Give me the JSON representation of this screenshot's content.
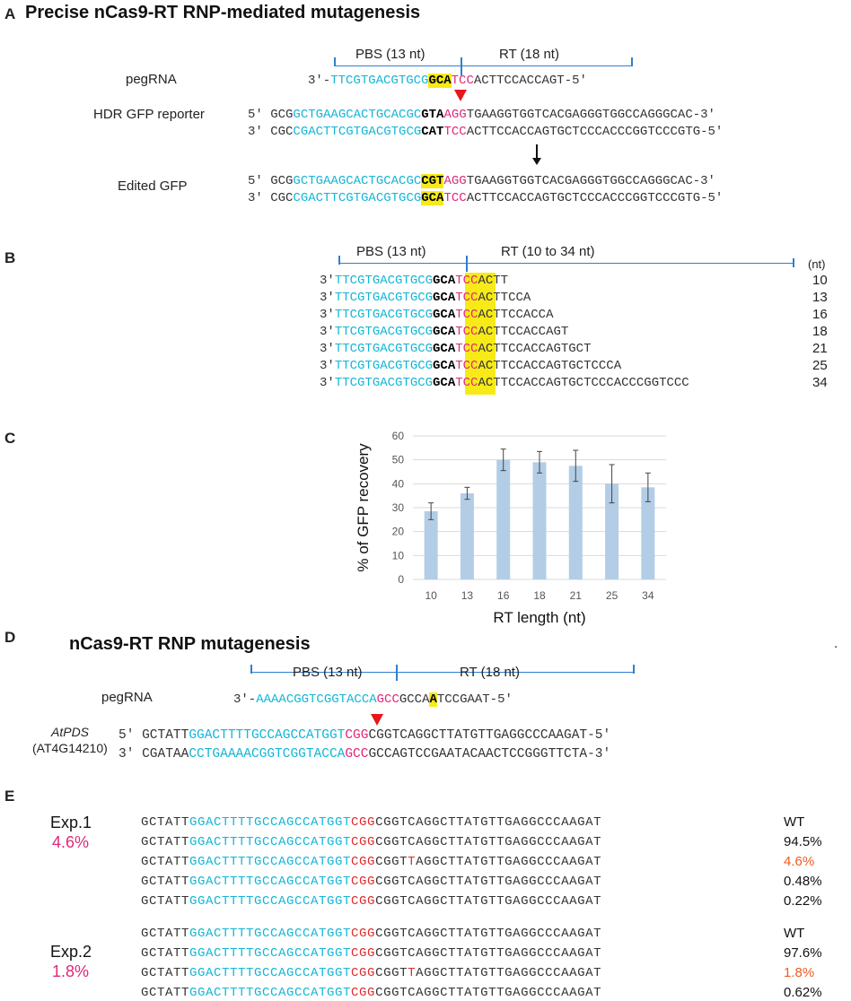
{
  "panelA": {
    "letter": "A",
    "title": "Precise nCas9-RT RNP-mediated mutagenesis",
    "pbs": "PBS (13 nt)",
    "rt": "RT (18 nt)",
    "pegrna_label": "pegRNA",
    "pegrna": {
      "a": "3′-",
      "b": "TTCGTGACGTGCG",
      "c": "GCA",
      "d": "TCC",
      "e": "ACTTCCACCAGT-5′"
    },
    "hdr_label": "HDR GFP reporter",
    "hdr_top": {
      "a": "5′ GCG",
      "b": "GCTGAAGCACTGCACGC",
      "c": "GTA",
      "d": "AGG",
      "e": "TGAAGGTGGTCACGAGGGTGGCCAGGGCAC-3′"
    },
    "hdr_bot": {
      "a": "3′ CGC",
      "b": "CGACTTCGTGACGTGCG",
      "c": "CAT",
      "d": "TCC",
      "e": "ACTTCCACCAGTGCTCCCACCCGGTCCCGTG-5′"
    },
    "edited_label": "Edited GFP",
    "ed_top": {
      "a": "5′ GCG",
      "b": "GCTGAAGCACTGCACGC",
      "c": "CGT",
      "d": "AGG",
      "e": "TGAAGGTGGTCACGAGGGTGGCCAGGGCAC-3′"
    },
    "ed_bot": {
      "a": "3′ CGC",
      "b": "CGACTTCGTGACGTGCG",
      "c": "GCA",
      "d": "TCC",
      "e": "ACTTCCACCAGTGCTCCCACCCGGTCCCGTG-5′"
    }
  },
  "panelB": {
    "letter": "B",
    "pbs": "PBS (13 nt)",
    "rt": "RT (10 to 34 nt)",
    "unit": "(nt)",
    "rows": [
      {
        "a": "3′",
        "b": "TTCGTGACGTGCG",
        "c": "GCA",
        "d": "TCC",
        "e": "ACTT",
        "n": "10"
      },
      {
        "a": "3′",
        "b": "TTCGTGACGTGCG",
        "c": "GCA",
        "d": "TCC",
        "e": "ACTTCCA",
        "n": "13"
      },
      {
        "a": "3′",
        "b": "TTCGTGACGTGCG",
        "c": "GCA",
        "d": "TCC",
        "e": "ACTTCCACCA",
        "n": "16"
      },
      {
        "a": "3′",
        "b": "TTCGTGACGTGCG",
        "c": "GCA",
        "d": "TCC",
        "e": "ACTTCCACCAGT",
        "n": "18"
      },
      {
        "a": "3′",
        "b": "TTCGTGACGTGCG",
        "c": "GCA",
        "d": "TCC",
        "e": "ACTTCCACCAGTGCT",
        "n": "21"
      },
      {
        "a": "3′",
        "b": "TTCGTGACGTGCG",
        "c": "GCA",
        "d": "TCC",
        "e": "ACTTCCACCAGTGCTCCCA",
        "n": "25"
      },
      {
        "a": "3′",
        "b": "TTCGTGACGTGCG",
        "c": "GCA",
        "d": "TCC",
        "e": "ACTTCCACCAGTGCTCCCACCCGGTCCC",
        "n": "34"
      }
    ]
  },
  "panelC": {
    "letter": "C"
  },
  "chart_data": {
    "type": "bar",
    "categories": [
      "10",
      "13",
      "16",
      "18",
      "21",
      "25",
      "34"
    ],
    "values": [
      28.5,
      36,
      50,
      49,
      47.5,
      40,
      38.5
    ],
    "errors": [
      3.5,
      2.5,
      4.5,
      4.5,
      6.5,
      8,
      6
    ],
    "xlabel": "RT length (nt)",
    "ylabel": "% of GFP recovery",
    "ylim": [
      0,
      60
    ],
    "yticks": [
      "0",
      "10",
      "20",
      "30",
      "40",
      "50",
      "60"
    ],
    "grid": true,
    "bar_color": "#b3cde6"
  },
  "panelD": {
    "letter": "D",
    "title": "nCas9-RT RNP mutagenesis",
    "dot": ".",
    "pbs": "PBS (13 nt)",
    "rt": "RT (18 nt)",
    "pegrna_label": "pegRNA",
    "pegrna": {
      "a": "3′-",
      "b": "AAAACGGTCGGTACCA",
      "c": "GCC",
      "d": "GCCA",
      "e": "A",
      "f": "TCCGAAT-5′"
    },
    "gene_label": "AtPDS",
    "gene_id": "(AT4G14210)",
    "top": {
      "a": "5′ GCTATT",
      "b": "GGACTTTTGCCAGCCATGGT",
      "c": "CGG",
      "d": "CGGTCAGGCTTATGTTGAGGCCCAAGAT-5′"
    },
    "bot": {
      "a": "3′ CGATAA",
      "b": "CCTGAAAACGGTCGGTACCA",
      "c": "GCC",
      "d": "GCCAGTCCGAATACAACTCCGGGTTCTA-3′"
    }
  },
  "panelE": {
    "letter": "E",
    "exp1": {
      "name": "Exp.1",
      "pct": "4.6%",
      "rows": [
        {
          "a": "GCTATT",
          "b": "GGACTTTTGCCAGCCATGGT",
          "c": "CGG",
          "d": "CGGT",
          "e": "C",
          "f": "AGGCTTATGTTGAGGCCCAAGAT",
          "v": "WT",
          "mut": false
        },
        {
          "a": "GCTATT",
          "b": "GGACTTTTGCCAGCCATGGT",
          "c": "CGG",
          "d": "CGGT",
          "e": "C",
          "f": "AGGCTTATGTTGAGGCCCAAGAT",
          "v": "94.5%",
          "mut": false
        },
        {
          "a": "GCTATT",
          "b": "GGACTTTTGCCAGCCATGGT",
          "c": "CGG",
          "d": "CGGT",
          "e": "T",
          "f": "AGGCTTATGTTGAGGCCCAAGAT",
          "v": "4.6%",
          "mut": true
        },
        {
          "a": "GCTATT",
          "b": "GGACTTTTGCCAGCCATGGT",
          "c": "CGG",
          "d": "CGGT",
          "e": "C",
          "f": "AGGCTTATGTTGAGGCCCAAGAT",
          "v": "0.48%",
          "mut": false
        },
        {
          "a": "GCTATT",
          "b": "GGACTTTTGCCAGCCATGGT",
          "c": "CGG",
          "d": "CGGT",
          "e": "C",
          "f": "AGGCTTATGTTGAGGCCCAAGAT",
          "v": "0.22%",
          "mut": false
        }
      ]
    },
    "exp2": {
      "name": "Exp.2",
      "pct": "1.8%",
      "rows": [
        {
          "a": "GCTATT",
          "b": "GGACTTTTGCCAGCCATGGT",
          "c": "CGG",
          "d": "CGGT",
          "e": "C",
          "f": "AGGCTTATGTTGAGGCCCAAGAT",
          "v": "WT",
          "mut": false
        },
        {
          "a": "GCTATT",
          "b": "GGACTTTTGCCAGCCATGGT",
          "c": "CGG",
          "d": "CGGT",
          "e": "C",
          "f": "AGGCTTATGTTGAGGCCCAAGAT",
          "v": "97.6%",
          "mut": false
        },
        {
          "a": "GCTATT",
          "b": "GGACTTTTGCCAGCCATGGT",
          "c": "CGG",
          "d": "CGGT",
          "e": "T",
          "f": "AGGCTTATGTTGAGGCCCAAGAT",
          "v": "1.8%",
          "mut": true
        },
        {
          "a": "GCTATT",
          "b": "GGACTTTTGCCAGCCATGGT",
          "c": "CGG",
          "d": "CGGT",
          "e": "C",
          "f": "AGGCTTATGTTGAGGCCCAAGAT",
          "v": "0.62%",
          "mut": false
        }
      ]
    }
  }
}
